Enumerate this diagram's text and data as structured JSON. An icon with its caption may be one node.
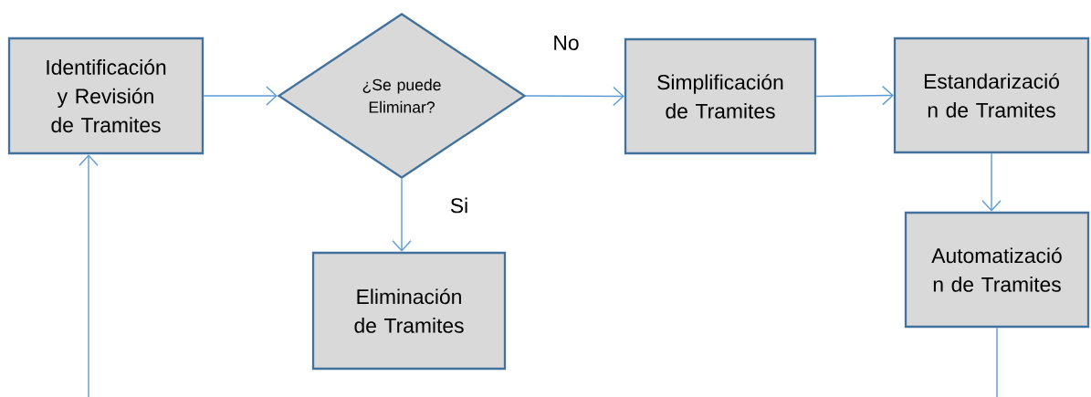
{
  "diagram": {
    "nodes": [
      {
        "text": [
          "Identificación y Revisión de Tramites"
        ]
      },
      {
        "text": [
          "¿Se puede Eliminar?"
        ]
      },
      {
        "text": [
          "Simplificación de Tramites"
        ]
      },
      {
        "text": [
          "Estandarizació n de Tramites"
        ]
      },
      {
        "text": [
          "Eliminación de Tramites"
        ]
      },
      {
        "text": [
          "Automatizació n de Tramites"
        ]
      }
    ],
    "edges": [
      {
        "from": 0,
        "to": 1,
        "arrow": "to"
      },
      {
        "from": 1,
        "to": 2,
        "arrow": "to",
        "label": "No"
      },
      {
        "from": 2,
        "to": 3,
        "arrow": "to"
      },
      {
        "from": 1,
        "to": 4,
        "arrow": "to",
        "label": "Si"
      },
      {
        "from": 3,
        "to": 5,
        "arrow": "to"
      },
      {
        "from": 5,
        "to": null,
        "arrow": "none"
      },
      {
        "from": null,
        "to": 0,
        "arrow": "to"
      }
    ]
  }
}
